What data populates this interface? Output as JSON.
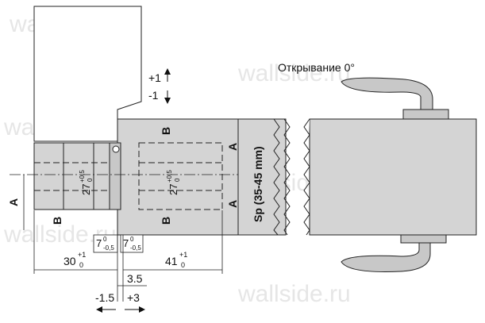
{
  "watermark": "wallside.ru",
  "opening_label": "Открывание 0°",
  "adjust": {
    "up": "+1",
    "down": "-1"
  },
  "letters": {
    "a": "A",
    "b": "B"
  },
  "sp_label": "Sp (35-45 mm)",
  "dims": {
    "d27": {
      "base": "27",
      "sup": "+0,5",
      "sub": "0"
    },
    "d7": {
      "base": "7",
      "sup": "0",
      "sub": "-0,5"
    },
    "d30": {
      "base": "30",
      "sup": "+1",
      "sub": "0"
    },
    "d41": {
      "base": "41",
      "sup": "+1",
      "sub": "0"
    },
    "d3_5": "3.5",
    "dm1_5": "-1.5",
    "dp3": "+3"
  },
  "colors": {
    "fill": "#d4d4d4",
    "line": "#222222",
    "pipe": "#c8c8c8"
  }
}
